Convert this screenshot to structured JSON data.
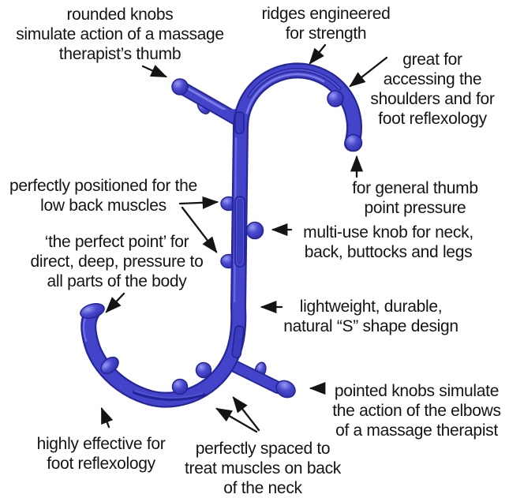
{
  "colors": {
    "tool_blue": "#4444ca",
    "tool_dark_outline": "#26269b",
    "tool_groove": "#23239a",
    "tool_highlight": "#9a9aef",
    "text": "#141414",
    "background": "#ffffff"
  },
  "annotations": {
    "rounded_knobs": {
      "lines": [
        "rounded knobs",
        "simulate action of a massage",
        "therapist’s thumb"
      ]
    },
    "ridges": {
      "lines": [
        "ridges engineered",
        "for strength"
      ]
    },
    "shoulders": {
      "lines": [
        "great for",
        "accessing the",
        "shoulders and for",
        "foot reflexology"
      ]
    },
    "thumb_pressure": {
      "lines": [
        "for general thumb",
        "point pressure"
      ]
    },
    "multi_use": {
      "lines": [
        "multi-use knob for neck,",
        "back, buttocks and legs"
      ]
    },
    "low_back": {
      "lines": [
        "perfectly positioned for the",
        "low back muscles"
      ]
    },
    "perfect_point": {
      "lines": [
        "‘the perfect point’ for",
        "direct, deep, pressure to",
        "all parts of the body"
      ]
    },
    "s_shape": {
      "lines": [
        "lightweight, durable,",
        "natural “S” shape design"
      ]
    },
    "pointed_knobs": {
      "lines": [
        "pointed knobs simulate",
        "the action of the elbows",
        "of a massage therapist"
      ]
    },
    "foot_reflexology": {
      "lines": [
        "highly effective for",
        "foot reflexology"
      ]
    },
    "neck_spacing": {
      "lines": [
        "perfectly spaced to",
        "treat muscles on back",
        "of the neck"
      ]
    }
  }
}
